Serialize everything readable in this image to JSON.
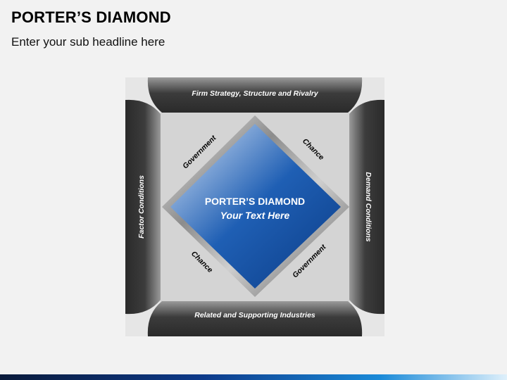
{
  "header": {
    "title": "PORTER’S DIAMOND",
    "subtitle": "Enter your sub headline here"
  },
  "diagram": {
    "top_bar": "Firm Strategy, Structure and Rivalry",
    "bottom_bar": "Related and Supporting Industries",
    "left_bar": "Factor Conditions",
    "right_bar": "Demand Conditions",
    "center_title": "PORTER’S DIAMOND",
    "center_subtitle": "Your Text Here",
    "edge_top_left": "Government",
    "edge_top_right": "Chance",
    "edge_bottom_left": "Chance",
    "edge_bottom_right": "Government"
  },
  "colors": {
    "background": "#f2f2f2",
    "panel": "#d9d9d9",
    "bar_dark": "#3a3a3a",
    "diamond_blue": "#1553a6"
  }
}
